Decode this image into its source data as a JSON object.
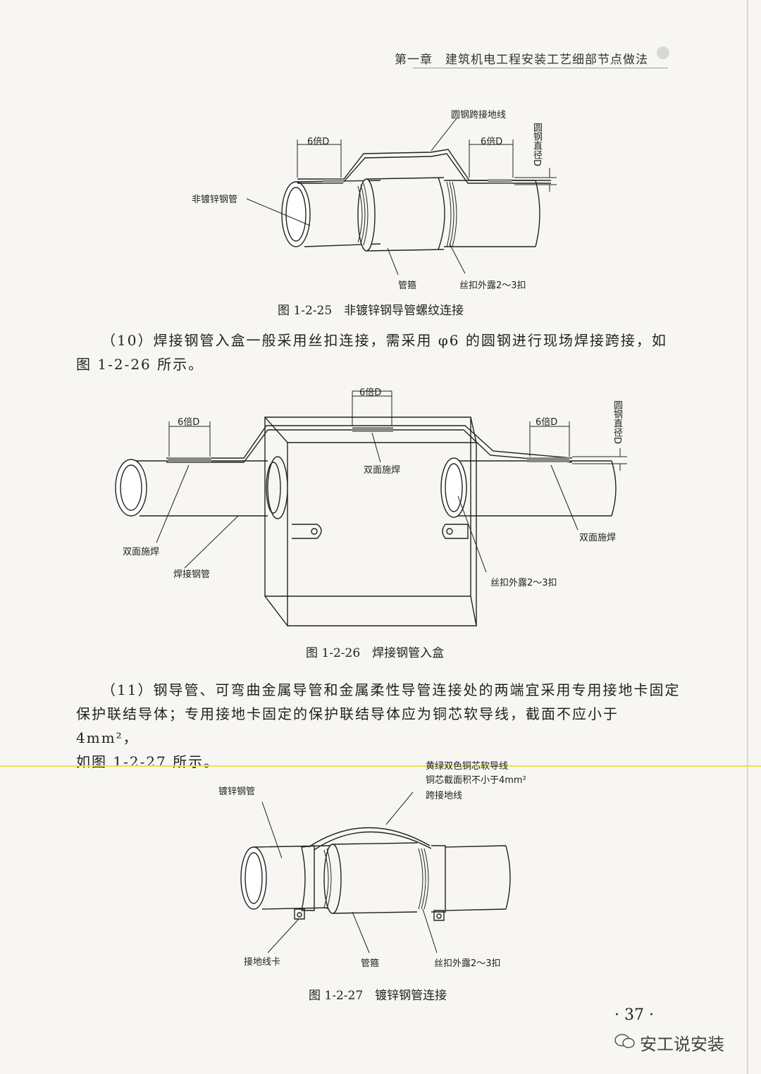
{
  "header": {
    "chapter": "第一章",
    "title": "建筑机电工程安装工艺细部节点做法"
  },
  "fig25": {
    "caption": "图 1-2-25　非镀锌钢导管螺纹连接",
    "labels": {
      "bridge": "圆钢跨接地线",
      "six_d_left": "6倍D",
      "six_d_right": "6倍D",
      "diameter": "圆钢直径D",
      "pipe": "非镀锌钢管",
      "coupling": "管箍",
      "thread": "丝扣外露2～3扣"
    }
  },
  "para10": {
    "line1": "（10）焊接钢管入盒一般采用丝扣连接，需采用 φ6 的圆钢进行现场焊接跨接，如",
    "line2": "图 1-2-26 所示。"
  },
  "fig26": {
    "caption": "图 1-2-26　焊接钢管入盒",
    "labels": {
      "six_d_top": "6倍D",
      "six_d_left": "6倍D",
      "six_d_right": "6倍D",
      "diameter": "圆钢直径D",
      "weld_center": "双面施焊",
      "weld_left": "双面施焊",
      "weld_right": "双面施焊",
      "pipe": "焊接钢管",
      "thread": "丝扣外露2～3扣"
    }
  },
  "para11": {
    "line1": "（11）钢导管、可弯曲金属导管和金属柔性导管连接处的两端宜采用专用接地卡固定",
    "line2": "保护联结导体；专用接地卡固定的保护联结导体应为铜芯软导线，截面不应小于 4mm²，",
    "line3": "如图 1-2-27 所示。"
  },
  "fig27": {
    "caption": "图 1-2-27　镀锌钢管连接",
    "labels": {
      "wire_line1": "黄绿双色铜芯软导线",
      "wire_line2": "铜芯截面积不小于4mm²",
      "wire_line3": "跨接地线",
      "pipe": "镀锌钢管",
      "clip": "接地线卡",
      "coupling": "管箍",
      "thread": "丝扣外露2～3扣"
    }
  },
  "page_number": "· 37 ·",
  "watermark": "安工说安装"
}
